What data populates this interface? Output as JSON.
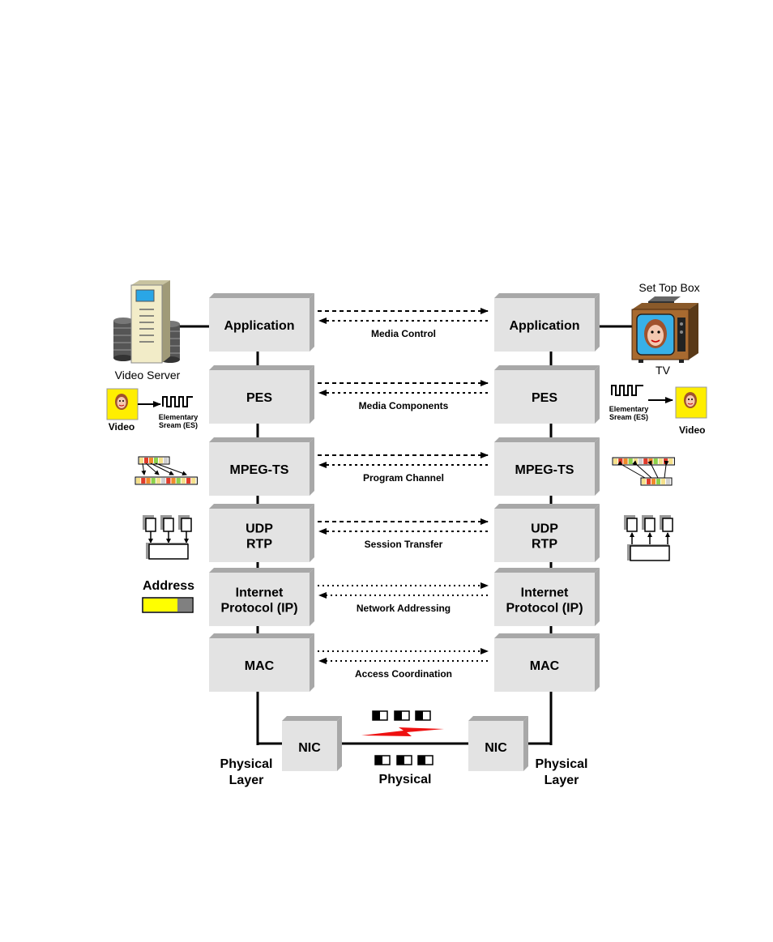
{
  "layers": [
    {
      "left": "Application",
      "right": "Application",
      "link": "Media Control"
    },
    {
      "left": "PES",
      "right": "PES",
      "link": "Media Components"
    },
    {
      "left": "MPEG-TS",
      "right": "MPEG-TS",
      "link": "Program Channel"
    },
    {
      "left": "UDP\nRTP",
      "right": "UDP\nRTP",
      "link": "Session Transfer"
    },
    {
      "left": "Internet\nProtocol (IP)",
      "right": "Internet\nProtocol (IP)",
      "link": "Network Addressing"
    },
    {
      "left": "MAC",
      "right": "MAC",
      "link": "Access Coordination"
    }
  ],
  "nic": {
    "left": "NIC",
    "right": "NIC",
    "physical_label": "Physical"
  },
  "physical_layer": {
    "left": "Physical\nLayer",
    "right": "Physical\nLayer"
  },
  "server_side": {
    "server_label": "Video Server",
    "video_label": "Video",
    "es_label": "Elementary\nSream (ES)",
    "address_label": "Address"
  },
  "client_side": {
    "stb_label": "Set Top Box",
    "tv_label": "TV",
    "video_label": "Video",
    "es_label": "Elementary\nSream (ES)"
  },
  "colors": {
    "box_fill": "#e3e3e3",
    "box_shadow": "#a8a8a8",
    "video_yellow": "#ffee00",
    "signal_red": "#ee1111",
    "address_yellow": "#ffff00",
    "address_grey": "#808080"
  }
}
